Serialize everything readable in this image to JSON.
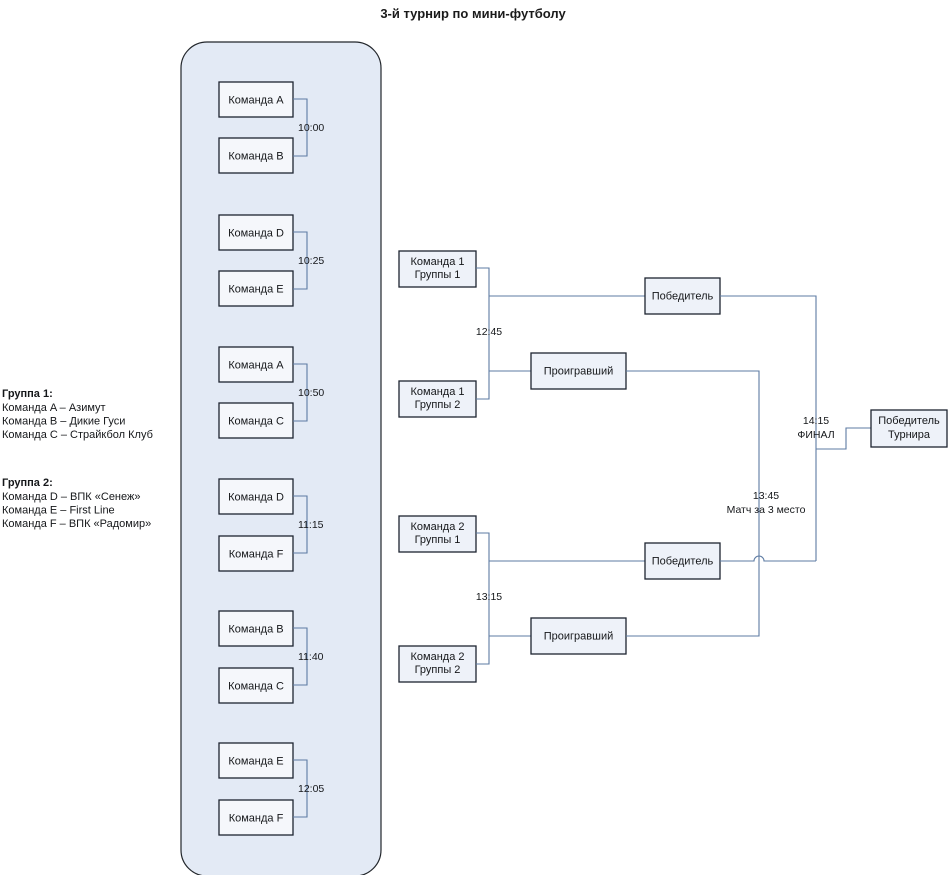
{
  "title": "3-й турнир по мини-футболу",
  "colors": {
    "panel_fill": "#e3eaf5",
    "panel_stroke": "#22262b",
    "box_fill": "#eef2f9",
    "box_fill_light": "#f5f7fb",
    "box_stroke": "#1d2430",
    "line": "#5d7ba3",
    "text": "#15171a"
  },
  "legend": {
    "group1": {
      "heading": "Группа 1:",
      "rows": [
        "Команда A – Азимут",
        "Команда B – Дикие Гуси",
        "Команда C – Страйкбол Клуб"
      ]
    },
    "group2": {
      "heading": "Группа 2:",
      "rows": [
        "Команда D – ВПК «Сенеж»",
        "Команда E – First Line",
        "Команда F – ВПК «Радомир»"
      ]
    }
  },
  "group_stage": {
    "matches": [
      {
        "top": "Команда A",
        "bottom": "Команда B",
        "time": "10:00"
      },
      {
        "top": "Команда D",
        "bottom": "Команда E",
        "time": "10:25"
      },
      {
        "top": "Команда A",
        "bottom": "Команда C",
        "time": "10:50"
      },
      {
        "top": "Команда D",
        "bottom": "Команда F",
        "time": "11:15"
      },
      {
        "top": "Команда B",
        "bottom": "Команда C",
        "time": "11:40"
      },
      {
        "top": "Команда E",
        "bottom": "Команда F",
        "time": "12:05"
      }
    ]
  },
  "playoff": {
    "semifinal_upper": {
      "seed_top_line1": "Команда 1",
      "seed_top_line2": "Группы 1",
      "seed_bottom_line1": "Команда 1",
      "seed_bottom_line2": "Группы 2",
      "time": "12:45",
      "winner": "Победитель",
      "loser": "Проигравший"
    },
    "semifinal_lower": {
      "seed_top_line1": "Команда 2",
      "seed_top_line2": "Группы 1",
      "seed_bottom_line1": "Команда 2",
      "seed_bottom_line2": "Группы 2",
      "time": "13:15",
      "winner": "Победитель",
      "loser": "Проигравший"
    },
    "final": {
      "time": "14:15",
      "label": "ФИНАЛ",
      "champion_line1": "Победитель",
      "champion_line2": "Турнира"
    },
    "third_place": {
      "time": "13:45",
      "label": "Матч за 3 место"
    }
  }
}
